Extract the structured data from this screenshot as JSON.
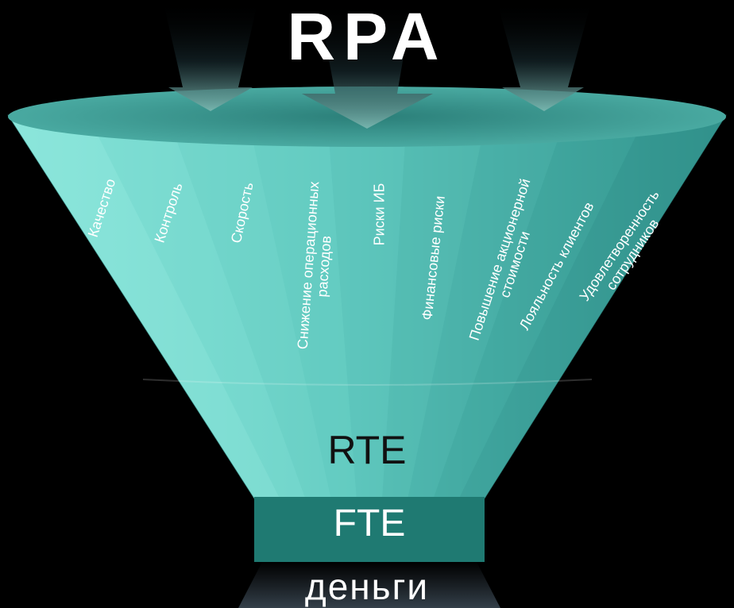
{
  "title": "RPA",
  "segments": [
    {
      "label": "Качество"
    },
    {
      "label": "Контроль"
    },
    {
      "label": "Скорость"
    },
    {
      "label": "Снижение операционных\nрасходов"
    },
    {
      "label": "Риски ИБ"
    },
    {
      "label": "Финансовые риски"
    },
    {
      "label": "Повышение акционерной\nстоимости"
    },
    {
      "label": "Лояльность клиентов"
    },
    {
      "label": "Удовлетворенность\nсотрудников"
    }
  ],
  "stages": {
    "rte": "RTE",
    "fte": "FTE",
    "money": "деньги"
  },
  "colors": {
    "background": "#000000",
    "funnel_light": "#7fe0d6",
    "funnel_mid": "#4fb5ac",
    "funnel_dark": "#2b8680",
    "fte_box": "#1f7a72",
    "text_light": "#ffffff",
    "text_dark": "#111111"
  }
}
